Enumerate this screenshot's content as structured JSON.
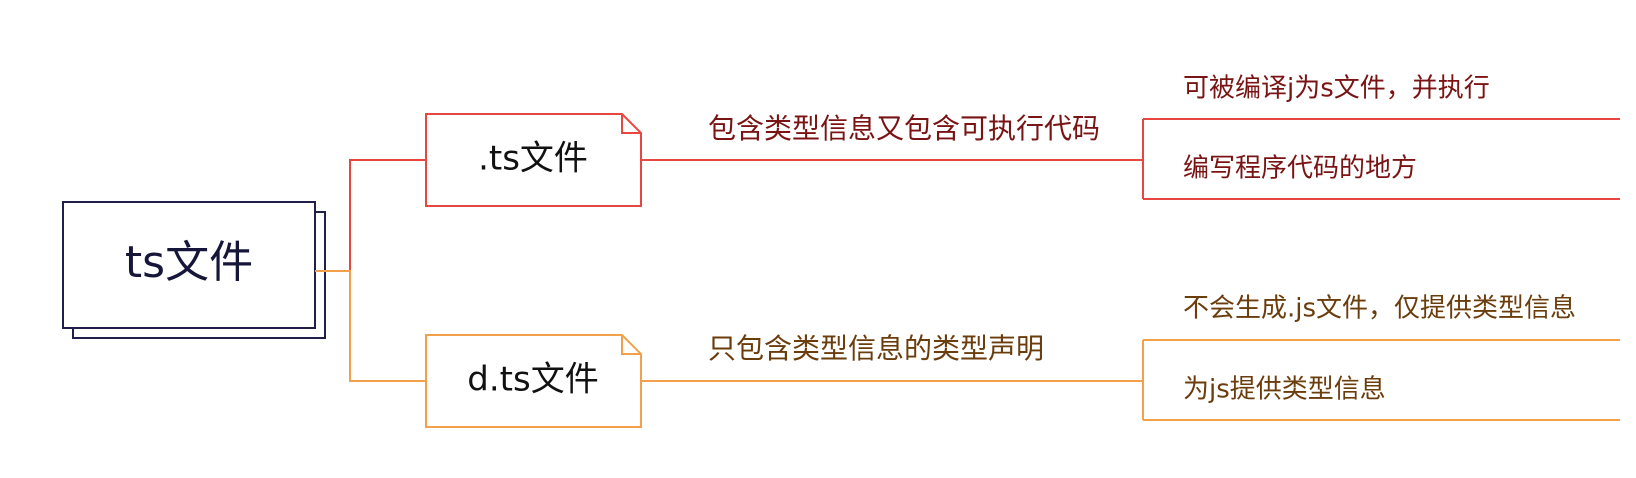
{
  "root": {
    "label": "ts文件"
  },
  "branches": [
    {
      "label": ".ts文件",
      "color": "#e8473f",
      "text_color": "#7a1414",
      "description": "包含类型信息又包含可执行代码",
      "details": [
        "可被编译j为s文件，并执行",
        "编写程序代码的地方"
      ]
    },
    {
      "label": "d.ts文件",
      "color": "#f2a14a",
      "text_color": "#6b3d0d",
      "description": "只包含类型信息的类型声明",
      "details": [
        "不会生成.js文件，仅提供类型信息",
        "为js提供类型信息"
      ]
    }
  ],
  "colors": {
    "root_border": "#1f1f4a",
    "background": "#ffffff"
  }
}
